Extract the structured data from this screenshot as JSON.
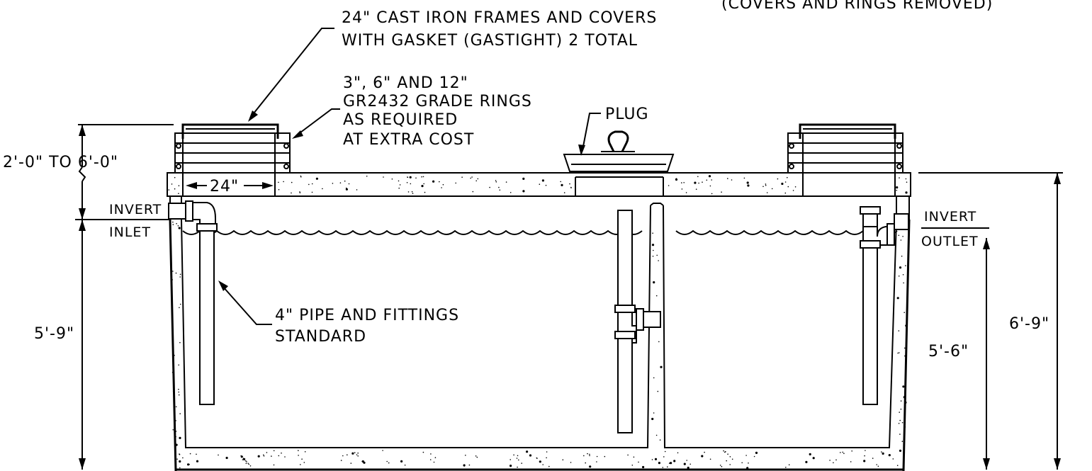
{
  "notes": {
    "top_right": "(COVERS AND RINGS REMOVED)",
    "covers_line1": "24\" CAST IRON FRAMES AND COVERS",
    "covers_line2": "WITH GASKET (GASTIGHT) 2 TOTAL",
    "rings_line1": "3\", 6\" AND 12\"",
    "rings_line2": "GR2432 GRADE RINGS",
    "rings_line3": "AS REQUIRED",
    "rings_line4": "AT EXTRA COST",
    "plug": "PLUG",
    "pipe_line1": "4\" PIPE AND FITTINGS",
    "pipe_line2": "STANDARD"
  },
  "dimensions": {
    "riser_height": "2'-0\" TO 6'-0\"",
    "opening_width": "24\"",
    "inlet_depth": "5'-9\"",
    "outlet_depth": "5'-6\"",
    "overall_height": "6'-9\""
  },
  "labels": {
    "inlet_invert": "INVERT",
    "inlet": "INLET",
    "outlet_invert": "INVERT",
    "outlet": "OUTLET"
  }
}
